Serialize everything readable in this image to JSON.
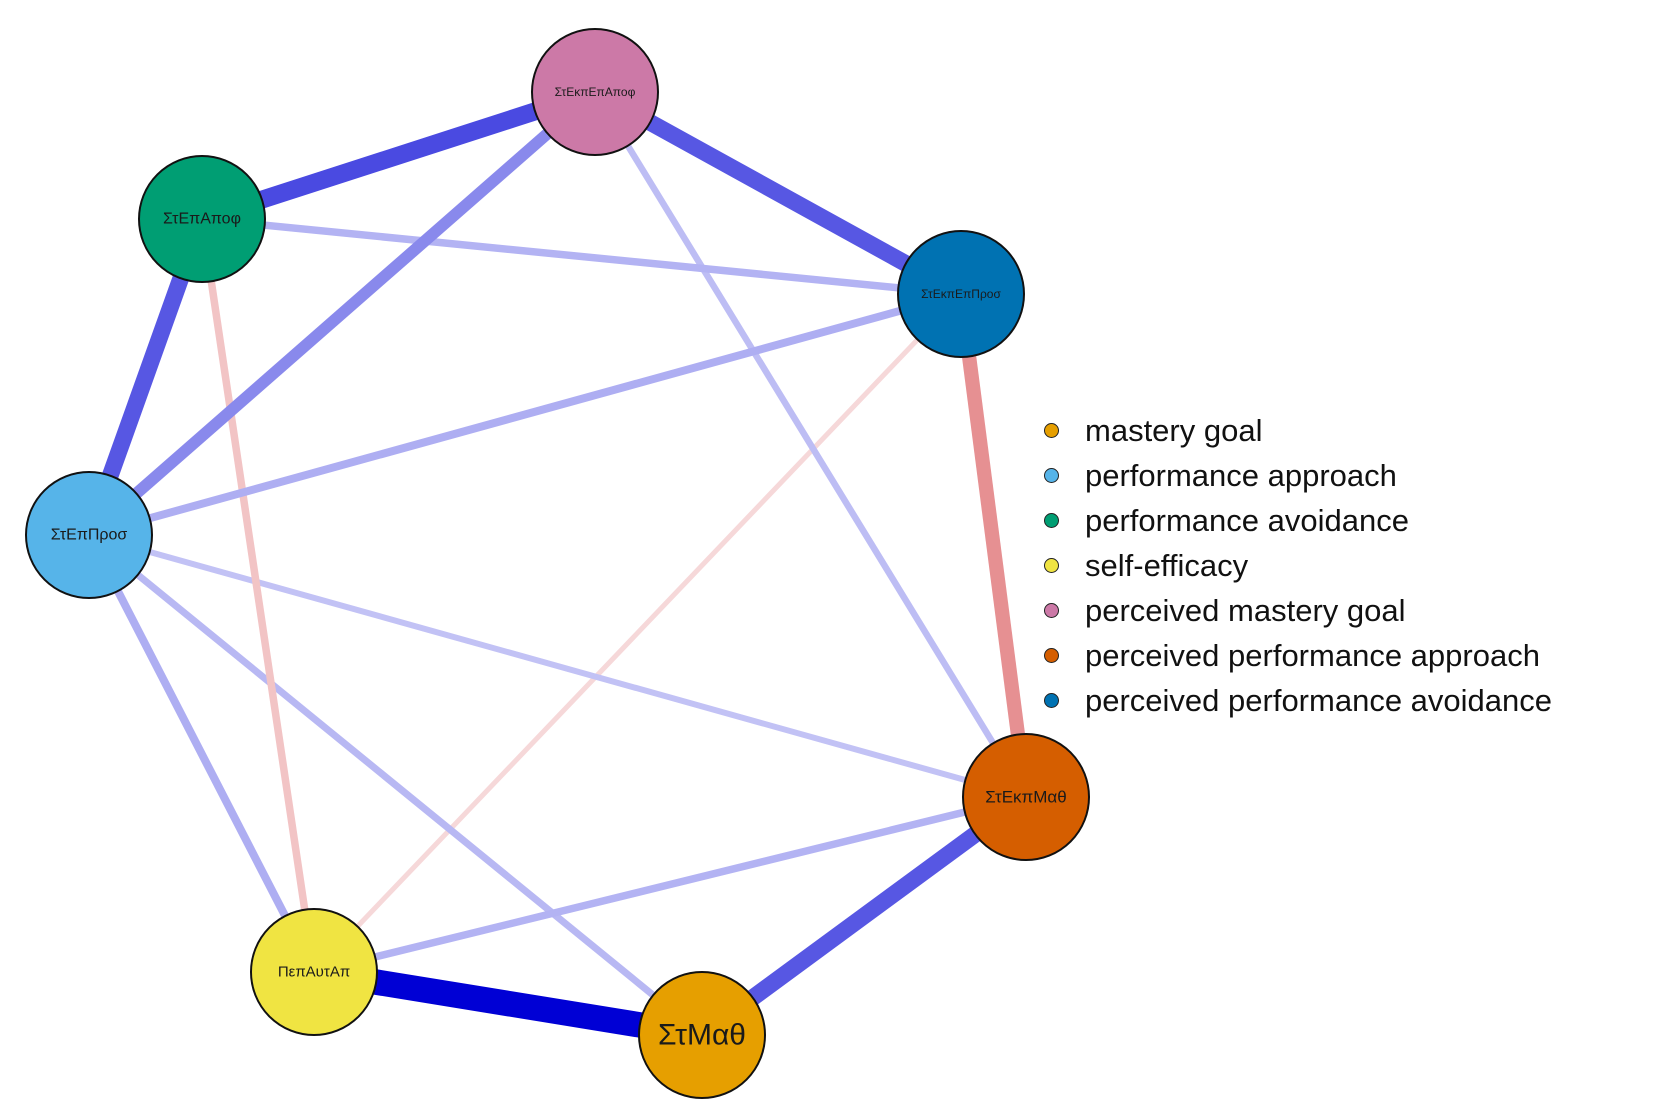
{
  "title": "Network of achievement goals, self-efficacy and perceived classroom goal structures",
  "nodes": [
    {
      "id": "StEkpEpApof",
      "label": "ΣτΕκπΕπΑποφ",
      "group": "perceived mastery goal",
      "color": "#CC79A7"
    },
    {
      "id": "StEpApof",
      "label": "ΣτΕπΑποφ",
      "group": "performance avoidance",
      "color": "#009E73"
    },
    {
      "id": "StEkpEpPros",
      "label": "ΣτΕκπΕπΠροσ",
      "group": "perceived performance avoidance",
      "color": "#0072B2"
    },
    {
      "id": "StEpPros",
      "label": "ΣτΕπΠροσ",
      "group": "performance approach",
      "color": "#56B4E9"
    },
    {
      "id": "StEkpMath",
      "label": "ΣτΕκπΜαθ",
      "group": "perceived performance approach",
      "color": "#D55E00"
    },
    {
      "id": "PepAutAp",
      "label": "ΠεπΑυτΑπ",
      "group": "self-efficacy",
      "color": "#F0E442"
    },
    {
      "id": "StMath",
      "label": "ΣτΜαθ",
      "group": "mastery goal",
      "color": "#E69F00"
    }
  ],
  "edges": [
    {
      "from": "StMath",
      "to": "PepAutAp",
      "weight": 0.9,
      "sign": "positive"
    },
    {
      "from": "StEkpEpApof",
      "to": "StEpApof",
      "weight": 0.6,
      "sign": "positive"
    },
    {
      "from": "StEkpEpApof",
      "to": "StEkpEpPros",
      "weight": 0.55,
      "sign": "positive"
    },
    {
      "from": "StEpApof",
      "to": "StEpPros",
      "weight": 0.55,
      "sign": "positive"
    },
    {
      "from": "StMath",
      "to": "StEkpMath",
      "weight": 0.55,
      "sign": "positive"
    },
    {
      "from": "StEkpEpPros",
      "to": "StEkpMath",
      "weight": 0.45,
      "sign": "negative"
    },
    {
      "from": "StEkpEpApof",
      "to": "StEpPros",
      "weight": 0.35,
      "sign": "positive"
    },
    {
      "from": "StEpApof",
      "to": "StEkpEpPros",
      "weight": 0.18,
      "sign": "positive"
    },
    {
      "from": "StEpPros",
      "to": "StEkpEpPros",
      "weight": 0.2,
      "sign": "positive"
    },
    {
      "from": "StEpPros",
      "to": "PepAutAp",
      "weight": 0.2,
      "sign": "positive"
    },
    {
      "from": "StEpPros",
      "to": "StEkpMath",
      "weight": 0.12,
      "sign": "positive"
    },
    {
      "from": "StEpPros",
      "to": "StMath",
      "weight": 0.16,
      "sign": "positive"
    },
    {
      "from": "StEkpEpApof",
      "to": "StEkpMath",
      "weight": 0.14,
      "sign": "positive"
    },
    {
      "from": "PepAutAp",
      "to": "StEkpMath",
      "weight": 0.18,
      "sign": "positive"
    },
    {
      "from": "StEpApof",
      "to": "PepAutAp",
      "weight": 0.18,
      "sign": "negative"
    },
    {
      "from": "StEkpEpPros",
      "to": "PepAutAp",
      "weight": 0.08,
      "sign": "negative"
    }
  ],
  "legend": [
    {
      "label": "mastery goal",
      "color": "#E69F00"
    },
    {
      "label": "performance approach",
      "color": "#56B4E9"
    },
    {
      "label": "performance avoidance",
      "color": "#009E73"
    },
    {
      "label": "self-efficacy",
      "color": "#F0E442"
    },
    {
      "label": "perceived mastery goal",
      "color": "#CC79A7"
    },
    {
      "label": "perceived performance approach",
      "color": "#D55E00"
    },
    {
      "label": "perceived performance avoidance",
      "color": "#0072B2"
    }
  ],
  "edge_colors": {
    "positive": "#0000D5",
    "negative": "#D2393D"
  }
}
